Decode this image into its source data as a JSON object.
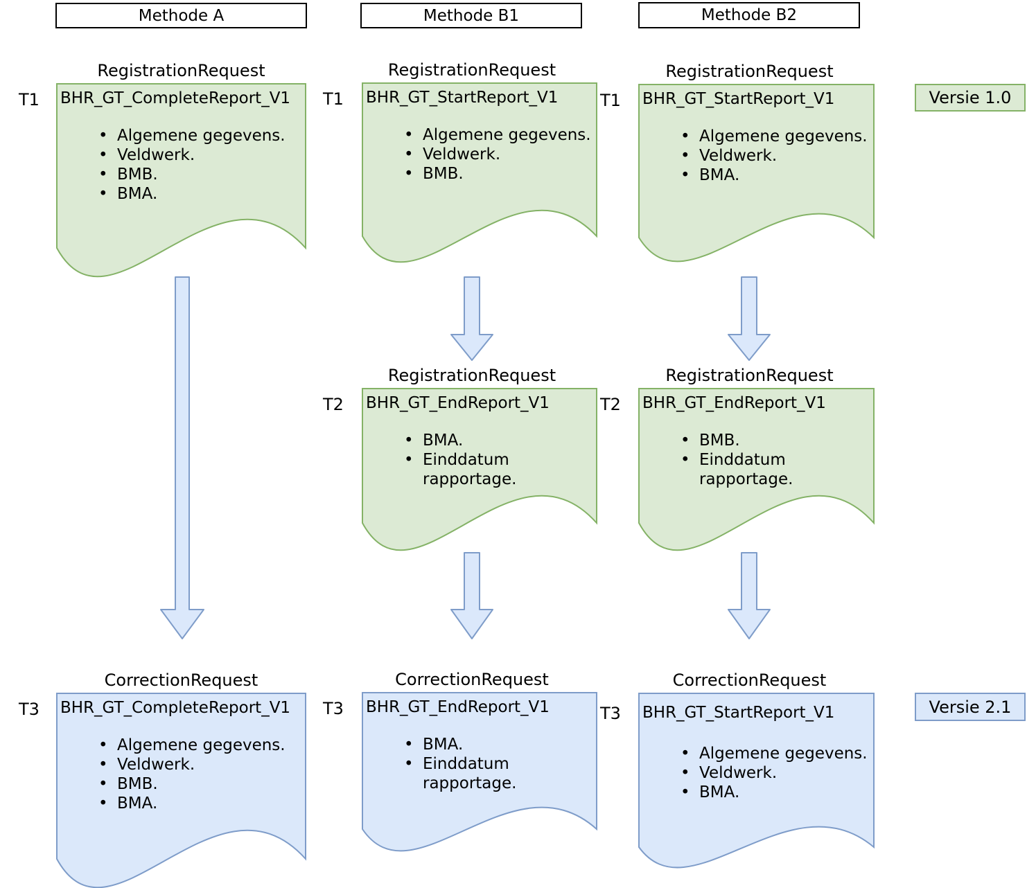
{
  "colors": {
    "document_green_fill": "#dcead4",
    "document_green_stroke": "#84b266",
    "document_blue_fill": "#dbe8fa",
    "document_blue_stroke": "#7e9cc9",
    "arrow_fill": "#dbe8fb",
    "arrow_stroke": "#7e9cc9",
    "header_border": "#000000",
    "text": "#000000",
    "background": "#ffffff"
  },
  "column_headers": [
    {
      "label": "Methode A"
    },
    {
      "label": "Methode B1"
    },
    {
      "label": "Methode B2"
    }
  ],
  "documents": [
    {
      "method": "A",
      "time": "T1",
      "request": "RegistrationRequest",
      "title": "BHR_GT_CompleteReport_V1",
      "bullets": [
        "Algemene gegevens.",
        "Veldwerk.",
        "BMB.",
        "BMA."
      ]
    },
    {
      "method": "B1",
      "time": "T1",
      "request": "RegistrationRequest",
      "title": "BHR_GT_StartReport_V1",
      "bullets": [
        "Algemene gegevens.",
        "Veldwerk.",
        "BMB."
      ]
    },
    {
      "method": "B2",
      "time": "T1",
      "request": "RegistrationRequest",
      "title": "BHR_GT_StartReport_V1",
      "bullets": [
        "Algemene gegevens.",
        "Veldwerk.",
        "BMA."
      ]
    },
    {
      "method": "B1",
      "time": "T2",
      "request": "RegistrationRequest",
      "title": "BHR_GT_EndReport_V1",
      "bullets": [
        "BMA.",
        "Einddatum rapportage."
      ]
    },
    {
      "method": "B2",
      "time": "T2",
      "request": "RegistrationRequest",
      "title": "BHR_GT_EndReport_V1",
      "bullets": [
        "BMB.",
        "Einddatum rapportage."
      ]
    },
    {
      "method": "A",
      "time": "T3",
      "request": "CorrectionRequest",
      "title": "BHR_GT_CompleteReport_V1",
      "bullets": [
        "Algemene gegevens.",
        "Veldwerk.",
        "BMB.",
        "BMA."
      ]
    },
    {
      "method": "B1",
      "time": "T3",
      "request": "CorrectionRequest",
      "title": "BHR_GT_EndReport_V1",
      "bullets": [
        "BMA.",
        "Einddatum rapportage."
      ]
    },
    {
      "method": "B2",
      "time": "T3",
      "request": "CorrectionRequest",
      "title": "BHR_GT_StartReport_V1",
      "bullets": [
        "Algemene gegevens.",
        "Veldwerk.",
        "BMA."
      ]
    }
  ],
  "version_badges": [
    {
      "label": "Versie 1.0",
      "style": "green"
    },
    {
      "label": "Versie 2.1",
      "style": "blue"
    }
  ]
}
